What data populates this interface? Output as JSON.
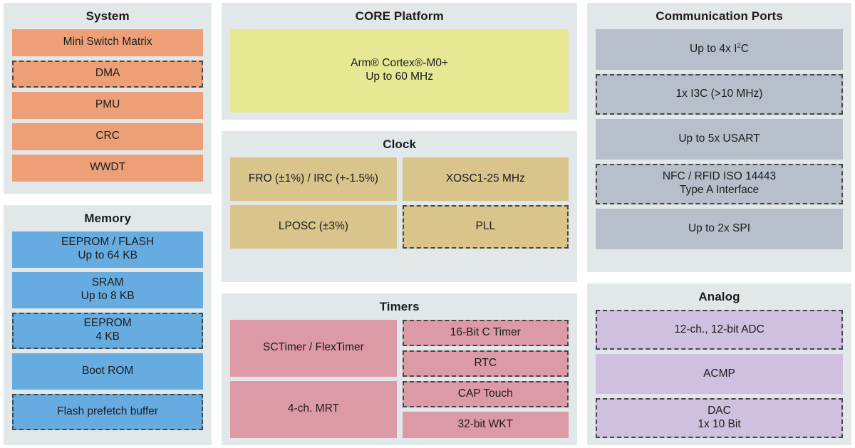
{
  "colors": {
    "panel_background": "#e2e8ea",
    "page_background": "#ffffff",
    "system": "#eda077",
    "memory": "#67ace0",
    "core": "#e6e894",
    "clock": "#d9c58c",
    "timers": "#dc9aa6",
    "communication": "#b7c0ca",
    "analog": "#cec0de",
    "dashed_border": "#454545",
    "text": "#1c1c1c"
  },
  "panels": {
    "system": {
      "title": "System",
      "blocks": [
        {
          "label": "Mini Switch Matrix",
          "dashed": false
        },
        {
          "label": "DMA",
          "dashed": true
        },
        {
          "label": "PMU",
          "dashed": false
        },
        {
          "label": "CRC",
          "dashed": false
        },
        {
          "label": "WWDT",
          "dashed": false
        }
      ]
    },
    "memory": {
      "title": "Memory",
      "blocks": [
        {
          "label": "EEPROM / FLASH\nUp to 64 KB",
          "dashed": false
        },
        {
          "label": "SRAM\nUp to 8 KB",
          "dashed": false
        },
        {
          "label": "EEPROM\n4 KB",
          "dashed": true
        },
        {
          "label": "Boot ROM",
          "dashed": false
        },
        {
          "label": "Flash prefetch buffer",
          "dashed": true
        }
      ]
    },
    "core": {
      "title": "CORE Platform",
      "blocks": [
        {
          "label": "Arm® Cortex®-M0+\nUp to 60 MHz",
          "dashed": false
        }
      ]
    },
    "clock": {
      "title": "Clock",
      "left": [
        {
          "label": "FRO (±1%) / IRC (+-1.5%)",
          "dashed": false
        },
        {
          "label": "LPOSC (±3%)",
          "dashed": false
        }
      ],
      "right": [
        {
          "label": "XOSC1-25 MHz",
          "dashed": false
        },
        {
          "label": "PLL",
          "dashed": true
        }
      ]
    },
    "timers": {
      "title": "Timers",
      "left": [
        {
          "label": "SCTimer / FlexTimer",
          "dashed": false
        },
        {
          "label": "4-ch. MRT",
          "dashed": false
        }
      ],
      "right": [
        {
          "label": "16-Bit C Timer",
          "dashed": true
        },
        {
          "label": "RTC",
          "dashed": true
        },
        {
          "label": "CAP Touch",
          "dashed": true
        },
        {
          "label": "32-bit WKT",
          "dashed": false
        }
      ]
    },
    "communication": {
      "title": "Communication Ports",
      "blocks": [
        {
          "label": "Up to 4x I2C",
          "dashed": false,
          "superscript": true
        },
        {
          "label": "1x I3C (>10 MHz)",
          "dashed": true
        },
        {
          "label": "Up to 5x USART",
          "dashed": false
        },
        {
          "label": "NFC / RFID ISO 14443\nType A Interface",
          "dashed": true
        },
        {
          "label": "Up to 2x SPI",
          "dashed": false
        }
      ]
    },
    "analog": {
      "title": "Analog",
      "blocks": [
        {
          "label": "12-ch., 12-bit ADC",
          "dashed": true
        },
        {
          "label": "ACMP",
          "dashed": false
        },
        {
          "label": "DAC\n1x 10 Bit",
          "dashed": true
        }
      ]
    }
  }
}
